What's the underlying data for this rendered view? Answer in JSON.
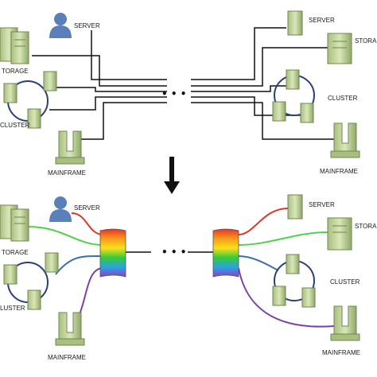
{
  "top": {
    "left_labels": {
      "server": "SERVER",
      "storage": "TORAGE",
      "cluster": "CLUSTER",
      "mainframe": "MAINFRAME"
    },
    "right_labels": {
      "server": "SERVER",
      "storage": "STORA",
      "cluster": "CLUSTER",
      "mainframe": "MAINFRAME"
    },
    "ellipsis": "• • •"
  },
  "bottom": {
    "left_labels": {
      "server": "SERVER",
      "storage": "TORAGE",
      "cluster": "LUSTER",
      "mainframe": "MAINFRAME"
    },
    "right_labels": {
      "server": "SERVER",
      "storage": "STORA",
      "cluster": "CLUSTER",
      "mainframe": "MAINFRAME"
    },
    "ellipsis": "• • •"
  },
  "colors": {
    "device_body": "#c6d9a0",
    "device_dark": "#8fa868",
    "user_icon": "#5b7fb8",
    "cluster_ring": "#2a3f78",
    "wire_black": "#111111",
    "link_red": "#d93a2b",
    "link_green": "#4fd14f",
    "link_blue": "#3a6fa8",
    "link_purple": "#7b3fa8",
    "mux_spectrum": [
      "#e8322a",
      "#f79a1a",
      "#f7e01a",
      "#35c93a",
      "#2aa3e0",
      "#8a3fd1"
    ]
  },
  "icons": [
    "user-icon",
    "storage-icon",
    "server-icon",
    "cluster-icon",
    "mainframe-icon",
    "arrow-down-icon",
    "multiplexer-icon"
  ]
}
